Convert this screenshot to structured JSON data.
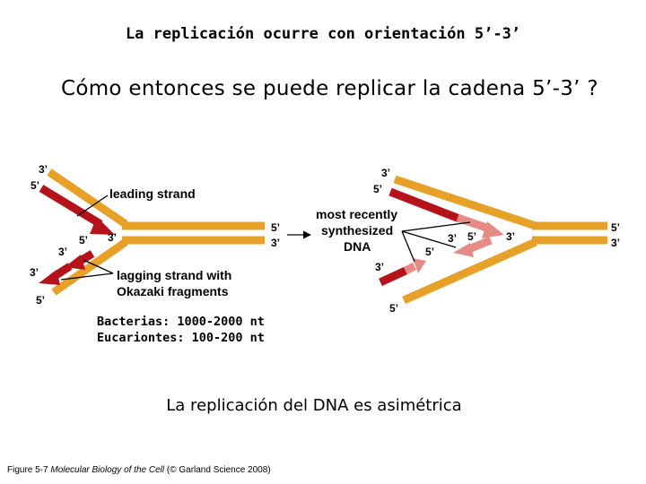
{
  "slide": {
    "title": "La replicación ocurre con orientación 5’-3’",
    "question": "Cómo entonces se puede replicar la cadena 5’-3’ ?",
    "conclusion": "La replicación del DNA es asimétrica",
    "lengths": {
      "bacteria": "Bacterias: 1000-2000 nt",
      "eukaryotes": "Eucariontes: 100-200 nt"
    },
    "caption": {
      "prefix": "Figure 5-7 ",
      "book": "Molecular Biology of the Cell",
      "suffix": " (© Garland Science 2008)"
    }
  },
  "diagram": {
    "labels": {
      "leading_strand": "leading strand",
      "lagging_line1": "lagging strand with",
      "lagging_line2": "Okazaki fragments",
      "recent_line1": "most recently",
      "recent_line2": "synthesized",
      "recent_line3": "DNA"
    },
    "ends": {
      "prime3": "3’",
      "prime5": "5’"
    },
    "colors": {
      "parent_strand": "#e8a128",
      "new_strand": "#b5121b",
      "recent_strand": "#e58a84",
      "arrow": "#000000"
    }
  }
}
